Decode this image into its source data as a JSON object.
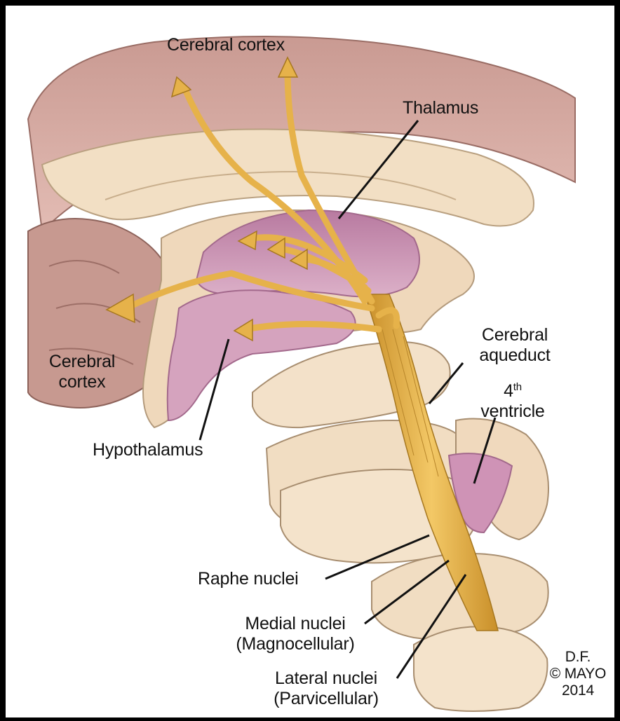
{
  "labels": {
    "cerebral_cortex_top": "Cerebral cortex",
    "thalamus": "Thalamus",
    "cerebral_aqueduct_1": "Cerebral",
    "cerebral_aqueduct_2": "aqueduct",
    "fourth_ventricle_num": "4",
    "fourth_ventricle_sup": "th",
    "fourth_ventricle_word": "ventricle",
    "cerebral_cortex_left_1": "Cerebral",
    "cerebral_cortex_left_2": "cortex",
    "hypothalamus": "Hypothalamus",
    "raphe_nuclei": "Raphe nuclei",
    "medial_nuclei_1": "Medial nuclei",
    "medial_nuclei_2": "(Magnocellular)",
    "lateral_nuclei_1": "Lateral nuclei",
    "lateral_nuclei_2": "(Parvicellular)"
  },
  "credit": {
    "line1": "D.F.",
    "line2": "© MAYO",
    "line3": "2014"
  },
  "colors": {
    "background": "#000000",
    "plate": "#ffffff",
    "cortex_pink": "#d9ada6",
    "tissue_beige": "#f0dcc0",
    "ventricle_magenta": "#c98aae",
    "fiber_gold": "#e6b24a"
  }
}
